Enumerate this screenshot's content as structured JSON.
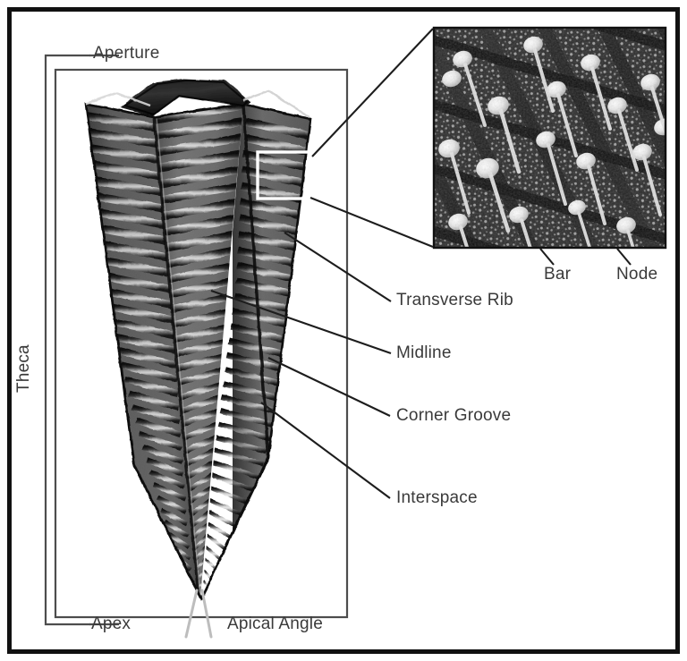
{
  "figure": {
    "subject": "Conical theca with transverse ribs — annotated morphology diagram",
    "frame_color": "#111111",
    "background_color": "#ffffff",
    "label_color": "#3a3a3a"
  },
  "labels": {
    "aperture": "Aperture",
    "theca": "Theca",
    "apex": "Apex",
    "apical_angle": "Apical Angle",
    "transverse_rib": "Transverse Rib",
    "midline": "Midline",
    "corner_groove": "Corner Groove",
    "interspace": "Interspace",
    "bar": "Bar",
    "node": "Node"
  },
  "inset": {
    "name": "detail-micrograph",
    "description": "Magnified surface detail showing bars and nodes",
    "callout_box": "white-detail-rectangle"
  },
  "chart_data": {
    "type": "diagram",
    "title": "Theca morphology",
    "callouts": [
      {
        "label": "Aperture",
        "target": "apertural-opening-top"
      },
      {
        "label": "Theca",
        "target": "whole-conical-test"
      },
      {
        "label": "Apex",
        "target": "pointed-bottom-tip"
      },
      {
        "label": "Apical Angle",
        "target": "angle-at-apex"
      },
      {
        "label": "Transverse Rib",
        "target": "raised-transverse-ridge"
      },
      {
        "label": "Midline",
        "target": "central-longitudinal-ridge"
      },
      {
        "label": "Corner Groove",
        "target": "longitudinal-corner-furrow"
      },
      {
        "label": "Interspace",
        "target": "depression-between-ribs"
      },
      {
        "label": "Bar",
        "target": "inset-diagonal-bar"
      },
      {
        "label": "Node",
        "target": "inset-light-node"
      }
    ]
  }
}
